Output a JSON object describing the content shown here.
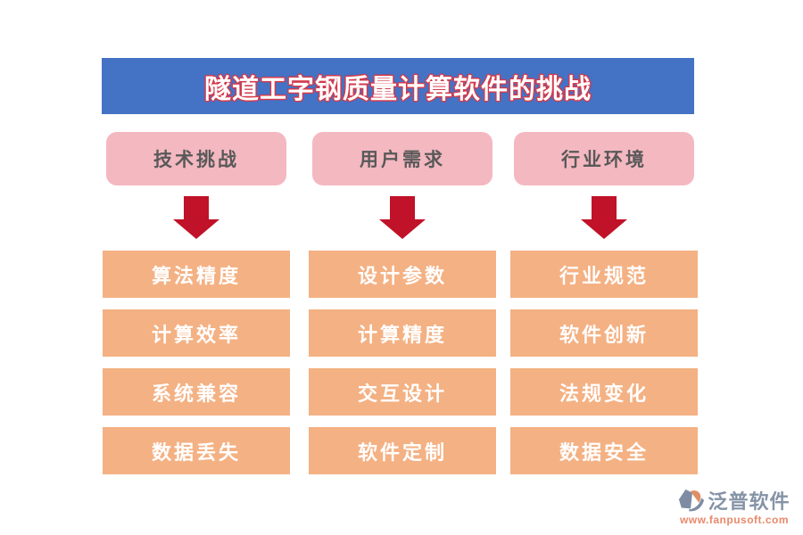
{
  "title": "隧道工字钢质量计算软件的挑战",
  "columns": [
    {
      "header": "技术挑战",
      "items": [
        "算法精度",
        "计算效率",
        "系统兼容",
        "数据丢失"
      ]
    },
    {
      "header": "用户需求",
      "items": [
        "设计参数",
        "计算精度",
        "交互设计",
        "软件定制"
      ]
    },
    {
      "header": "行业环境",
      "items": [
        "行业规范",
        "软件创新",
        "法规变化",
        "数据安全"
      ]
    }
  ],
  "footer": {
    "brand": "泛普软件",
    "url": "www.fanpusoft.com"
  },
  "icons": {
    "arrow": "down-arrow-icon",
    "logo": "fanpu-logo-icon"
  },
  "colors": {
    "banner_bg": "#4472C4",
    "title_text": "#FFFFFF",
    "title_outline": "#D33A4C",
    "header_bg": "#F4B8C1",
    "header_text": "#595959",
    "item_bg": "#F4B183",
    "item_text": "#FFFFFF",
    "arrow": "#C01228",
    "brand_text": "#8593A6",
    "url_text": "#E9896B"
  }
}
